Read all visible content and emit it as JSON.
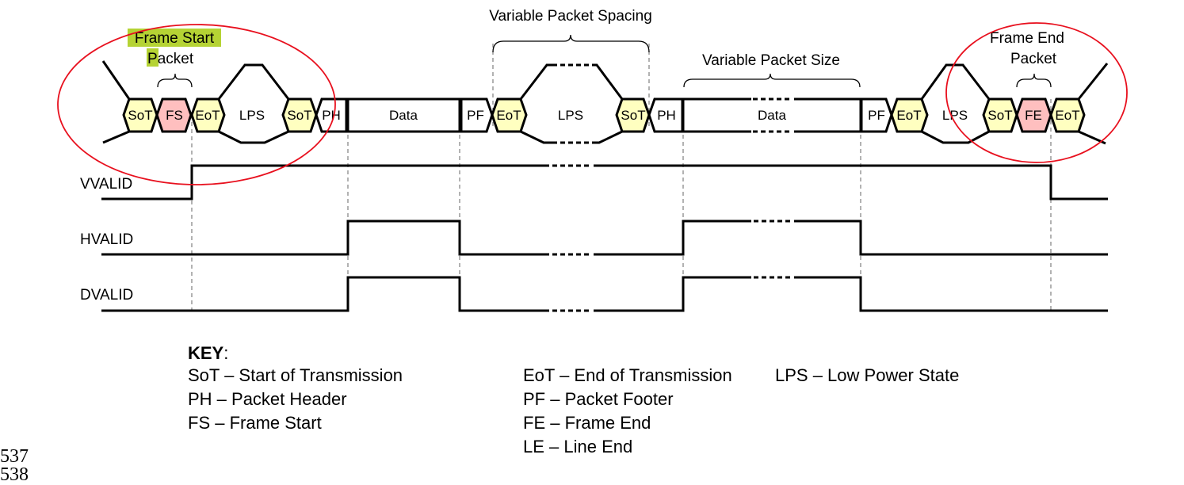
{
  "annotations": {
    "frame_start_line1": "Frame Start",
    "frame_start_line2_highlight": "P",
    "frame_start_line2_rest": "acket",
    "variable_spacing": "Variable Packet Spacing",
    "variable_size": "Variable Packet Size",
    "frame_end_line1": "Frame End",
    "frame_end_line2": "Packet"
  },
  "colors": {
    "sot_eot_fill": "#FFFFC0",
    "fs_fe_fill": "#FFBFBF",
    "highlight": "#B5D334",
    "circle": "#E8101E",
    "guide": "#808080"
  },
  "packets": {
    "sot": "SoT",
    "eot": "EoT",
    "fs": "FS",
    "fe": "FE",
    "lps": "LPS",
    "ph": "PH",
    "pf": "PF",
    "data": "Data"
  },
  "signals": [
    {
      "name": "VVALID"
    },
    {
      "name": "HVALID"
    },
    {
      "name": "DVALID"
    }
  ],
  "key": {
    "title": "KEY",
    "colon": ":",
    "col1": [
      "SoT – Start of Transmission",
      "PH – Packet Header",
      "FS – Frame Start"
    ],
    "col2": [
      "EoT – End of Transmission",
      "PF – Packet Footer",
      "FE – Frame End",
      "LE – Line End"
    ],
    "col3": [
      "LPS – Low Power State"
    ]
  },
  "line_numbers": [
    "537",
    "538"
  ]
}
